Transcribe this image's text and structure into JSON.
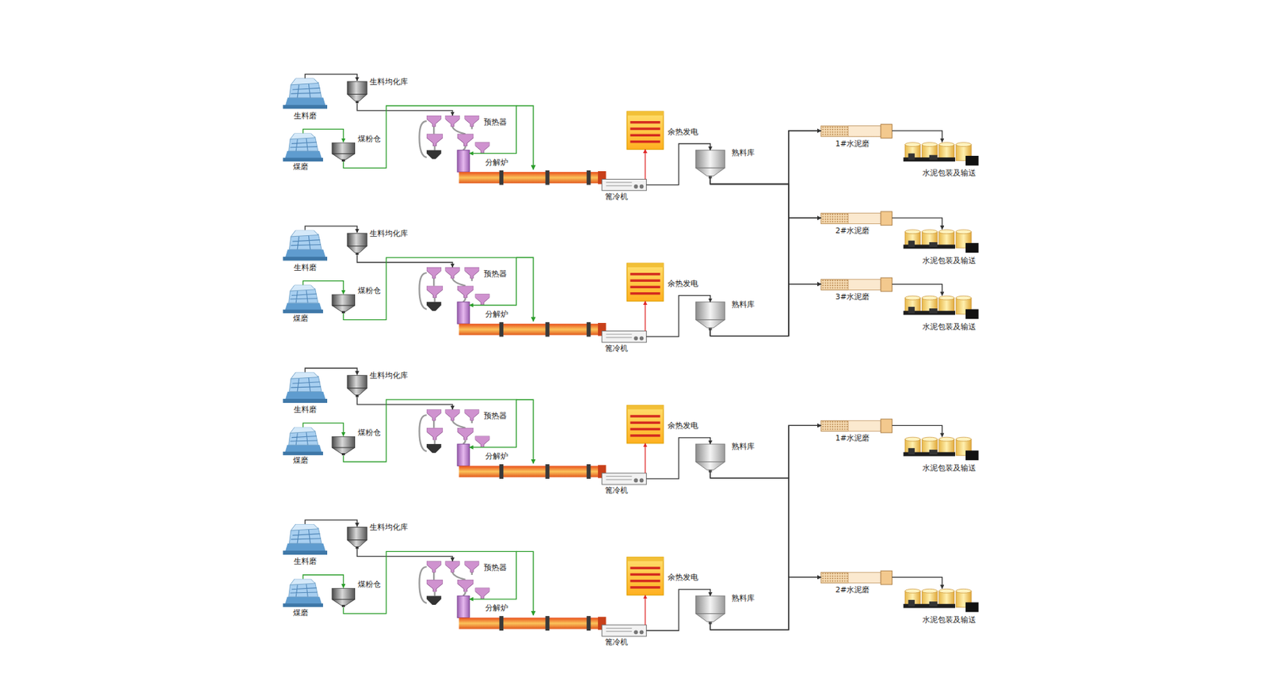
{
  "diagram": {
    "nodes": [
      {
        "text": [
          "生料磨"
        ]
      },
      {
        "text": [
          "生料均化库"
        ]
      },
      {
        "text": [
          "煤磨"
        ]
      },
      {
        "text": [
          "煤粉仓"
        ]
      },
      {
        "text": [
          "预热器"
        ]
      },
      {
        "text": [
          "分解炉"
        ]
      },
      {
        "text": [
          "余热发电"
        ]
      },
      {
        "text": [
          "篦冷机"
        ]
      },
      {
        "text": [
          "熟料库"
        ]
      },
      {
        "text": [
          "生料磨"
        ]
      },
      {
        "text": [
          "生料均化库"
        ]
      },
      {
        "text": [
          "煤磨"
        ]
      },
      {
        "text": [
          "煤粉仓"
        ]
      },
      {
        "text": [
          "预热器"
        ]
      },
      {
        "text": [
          "分解炉"
        ]
      },
      {
        "text": [
          "余热发电"
        ]
      },
      {
        "text": [
          "篦冷机"
        ]
      },
      {
        "text": [
          "熟料库"
        ]
      },
      {
        "text": [
          "生料磨"
        ]
      },
      {
        "text": [
          "生料均化库"
        ]
      },
      {
        "text": [
          "煤磨"
        ]
      },
      {
        "text": [
          "煤粉仓"
        ]
      },
      {
        "text": [
          "预热器"
        ]
      },
      {
        "text": [
          "分解炉"
        ]
      },
      {
        "text": [
          "余热发电"
        ]
      },
      {
        "text": [
          "篦冷机"
        ]
      },
      {
        "text": [
          "熟料库"
        ]
      },
      {
        "text": [
          "生料磨"
        ]
      },
      {
        "text": [
          "生料均化库"
        ]
      },
      {
        "text": [
          "煤磨"
        ]
      },
      {
        "text": [
          "煤粉仓"
        ]
      },
      {
        "text": [
          "预热器"
        ]
      },
      {
        "text": [
          "分解炉"
        ]
      },
      {
        "text": [
          "余热发电"
        ]
      },
      {
        "text": [
          "篦冷机"
        ]
      },
      {
        "text": [
          "熟料库"
        ]
      },
      {
        "text": [
          "1#水泥磨"
        ]
      },
      {
        "text": [
          "水泥包装及输送"
        ]
      },
      {
        "text": [
          "2#水泥磨"
        ]
      },
      {
        "text": [
          "水泥包装及输送"
        ]
      },
      {
        "text": [
          "3#水泥磨"
        ]
      },
      {
        "text": [
          "水泥包装及输送"
        ]
      },
      {
        "text": [
          "1#水泥磨"
        ]
      },
      {
        "text": [
          "水泥包装及输送"
        ]
      },
      {
        "text": [
          "2#水泥磨"
        ]
      },
      {
        "text": [
          "水泥包装及输送"
        ]
      }
    ],
    "edges": [
      {
        "from": 0,
        "to": 1,
        "arrow": "to"
      },
      {
        "from": 2,
        "to": 3,
        "arrow": "to"
      },
      {
        "from": 1,
        "to": 4,
        "arrow": "to"
      },
      {
        "from": 3,
        "to": 5,
        "arrow": "to"
      },
      {
        "from": 7,
        "to": 6,
        "arrow": "to"
      },
      {
        "from": 7,
        "to": 8,
        "arrow": "to"
      },
      {
        "from": 9,
        "to": 10,
        "arrow": "to"
      },
      {
        "from": 11,
        "to": 12,
        "arrow": "to"
      },
      {
        "from": 10,
        "to": 13,
        "arrow": "to"
      },
      {
        "from": 12,
        "to": 14,
        "arrow": "to"
      },
      {
        "from": 16,
        "to": 15,
        "arrow": "to"
      },
      {
        "from": 16,
        "to": 17,
        "arrow": "to"
      },
      {
        "from": 18,
        "to": 19,
        "arrow": "to"
      },
      {
        "from": 20,
        "to": 21,
        "arrow": "to"
      },
      {
        "from": 19,
        "to": 22,
        "arrow": "to"
      },
      {
        "from": 21,
        "to": 23,
        "arrow": "to"
      },
      {
        "from": 25,
        "to": 24,
        "arrow": "to"
      },
      {
        "from": 25,
        "to": 26,
        "arrow": "to"
      },
      {
        "from": 27,
        "to": 28,
        "arrow": "to"
      },
      {
        "from": 29,
        "to": 30,
        "arrow": "to"
      },
      {
        "from": 28,
        "to": 31,
        "arrow": "to"
      },
      {
        "from": 30,
        "to": 32,
        "arrow": "to"
      },
      {
        "from": 34,
        "to": 33,
        "arrow": "to"
      },
      {
        "from": 34,
        "to": 35,
        "arrow": "to"
      },
      {
        "from": 8,
        "to": 36,
        "arrow": "to"
      },
      {
        "from": 8,
        "to": 38,
        "arrow": "to"
      },
      {
        "from": 8,
        "to": 40,
        "arrow": "to"
      },
      {
        "from": 17,
        "to": 36,
        "arrow": "to"
      },
      {
        "from": 17,
        "to": 38,
        "arrow": "to"
      },
      {
        "from": 17,
        "to": 40,
        "arrow": "to"
      },
      {
        "from": 26,
        "to": 42,
        "arrow": "to"
      },
      {
        "from": 26,
        "to": 44,
        "arrow": "to"
      },
      {
        "from": 35,
        "to": 42,
        "arrow": "to"
      },
      {
        "from": 35,
        "to": 44,
        "arrow": "to"
      },
      {
        "from": 36,
        "to": 37,
        "arrow": "to"
      },
      {
        "from": 38,
        "to": 39,
        "arrow": "to"
      },
      {
        "from": 40,
        "to": 41,
        "arrow": "to"
      },
      {
        "from": 42,
        "to": 43,
        "arrow": "to"
      },
      {
        "from": 44,
        "to": 45,
        "arrow": "to"
      }
    ]
  }
}
